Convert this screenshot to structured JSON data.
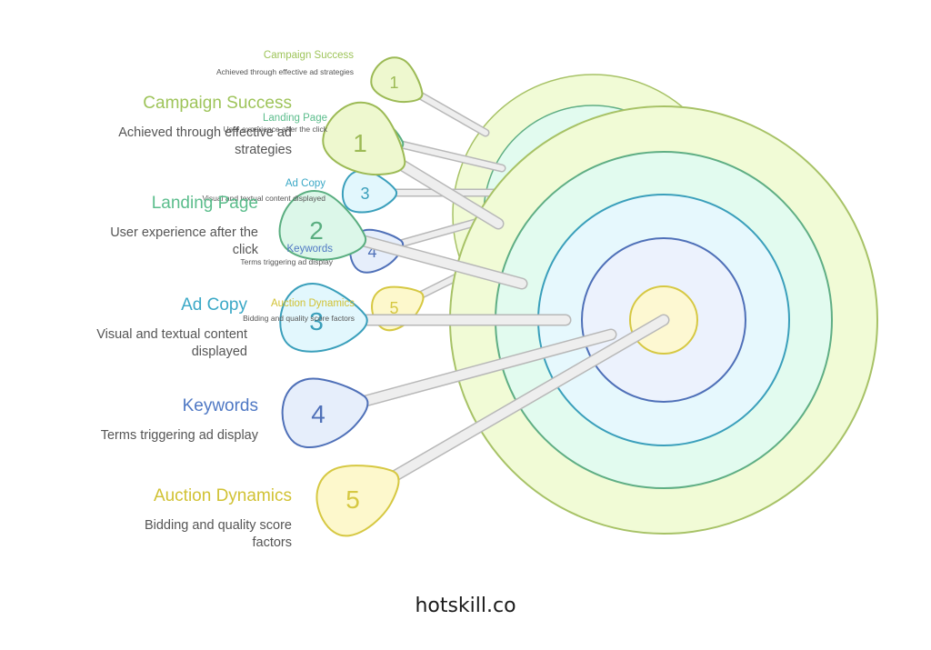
{
  "diagram": {
    "type": "target-infographic",
    "colors": {
      "ring_outer_fill": "#f1fbd6",
      "ring_outer_stroke": "#a7c266",
      "ring_2_fill": "#e2fbef",
      "ring_2_stroke": "#5fae84",
      "ring_3_fill": "#e6f8fd",
      "ring_3_stroke": "#3a9fbb",
      "ring_4_fill": "#ecf2fd",
      "ring_4_stroke": "#4f70b8",
      "bullseye_fill": "#fdf8d2",
      "bullseye_stroke": "#d6c842",
      "arrow_fill": "#eeeeee",
      "arrow_stroke": "#b8b8b8"
    },
    "items": [
      {
        "number": "1",
        "title": "Campaign Success",
        "description": "Achieved through effective ad strategies",
        "title_color": "#9ec45a",
        "fill": "#eef8cf",
        "stroke": "#9cba55"
      },
      {
        "number": "2",
        "title": "Landing Page",
        "description": "User experience after the click",
        "title_color": "#5bbd8c",
        "fill": "#dcf7e9",
        "stroke": "#5aae80"
      },
      {
        "number": "3",
        "title": "Ad Copy",
        "description": "Visual and textual content displayed",
        "title_color": "#3aa8c6",
        "fill": "#e2f7fd",
        "stroke": "#3a9fbb"
      },
      {
        "number": "4",
        "title": "Keywords",
        "description": "Terms triggering ad display",
        "title_color": "#4f78c4",
        "fill": "#e6eefb",
        "stroke": "#4f70b8"
      },
      {
        "number": "5",
        "title": "Auction Dynamics",
        "description": "Bidding and quality score factors",
        "title_color": "#d1c234",
        "fill": "#fdf8cc",
        "stroke": "#d6c842"
      }
    ]
  },
  "footer": {
    "brand": "hotskill.co"
  }
}
